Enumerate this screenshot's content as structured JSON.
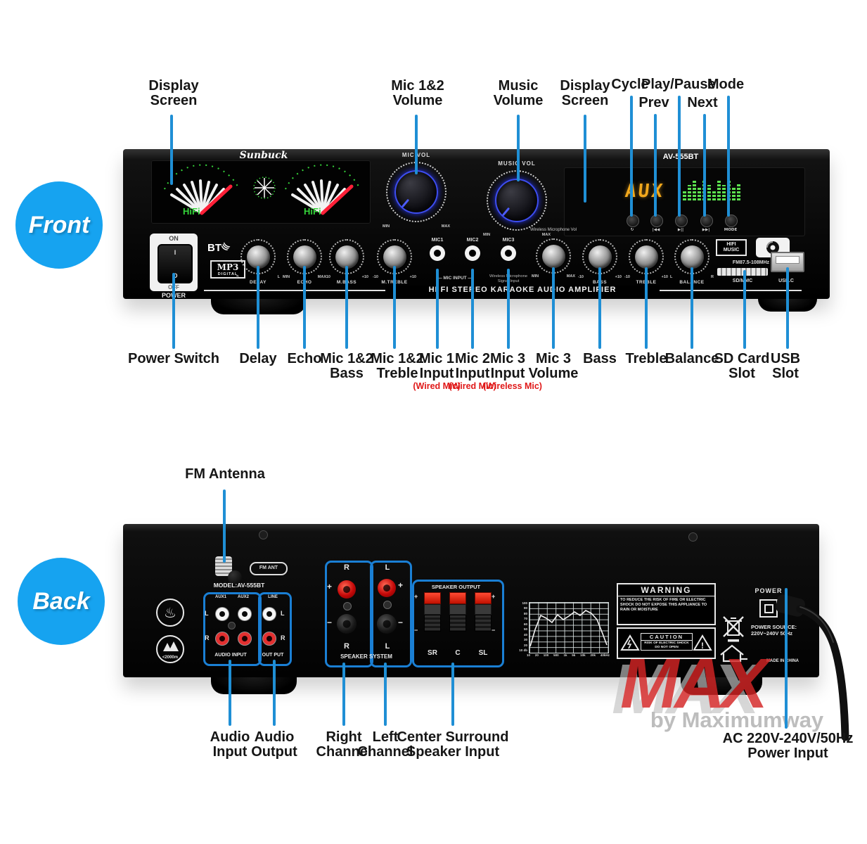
{
  "front": {
    "badge": "Front",
    "brand": "Sunbuck",
    "model": "AV-555BT",
    "vu": {
      "hifi": "HiFi",
      "source": "AUX"
    },
    "panel_title": "HI FI STEREO KARAOKE AUDIO AMPLIFIER",
    "power_switch": {
      "on": "ON",
      "off": "OFF",
      "i": "I",
      "o": "O",
      "label": "POWER"
    },
    "bt_label": "BT",
    "mp3_badge": {
      "line1": "MP3",
      "line2": "DIGITAL"
    },
    "big_knobs": [
      {
        "label": "MIC VOL",
        "min": "MIN",
        "max": "MAX"
      },
      {
        "label": "MUSIC VOL",
        "min": "MIN",
        "max": "MAX"
      }
    ],
    "transport": {
      "buttons": [
        "↻",
        "|◀◀",
        "▶||",
        "▶▶|",
        "MODE"
      ]
    },
    "knobs": [
      {
        "name": "DELAY",
        "min": "S",
        "max": "L"
      },
      {
        "name": "ECHO",
        "min": "MIN",
        "max": "MAX"
      },
      {
        "name": "M.BASS",
        "min": "-10",
        "max": "+10"
      },
      {
        "name": "M.TREBLE",
        "min": "-10",
        "max": "+10"
      },
      {
        "name": "BASS",
        "min": "-10",
        "max": "+10"
      },
      {
        "name": "TREBLE",
        "min": "-10",
        "max": "+10"
      },
      {
        "name": "BALANCE",
        "min": "L",
        "max": "R"
      }
    ],
    "wireless_knob": {
      "label": "Wireless Microphone Vol",
      "min": "MIN",
      "max": "MAX"
    },
    "mic_jacks": [
      "MIC1",
      "MIC2",
      "MIC3"
    ],
    "mic_input_label": "— MIC INPUT —",
    "mic3_caption": "Wireless Microphone Signal Input",
    "badges": {
      "hifi1": "HIFI",
      "hifi2": "MUSIC",
      "fm": "FM87.5-108MHz",
      "sd": "SD/MMC",
      "usb": "USB.C"
    },
    "callouts_top": [
      {
        "t": "Display Screen"
      },
      {
        "t": "Mic 1&2 Volume"
      },
      {
        "t": "Music Volume"
      },
      {
        "t": "Display Screen"
      },
      {
        "t": "Cycle"
      },
      {
        "t": "Prev"
      },
      {
        "t": "Play/Pause"
      },
      {
        "t": "Next"
      },
      {
        "t": "Mode"
      }
    ],
    "callouts_bottom": [
      {
        "t": "Power Switch"
      },
      {
        "t": "Delay"
      },
      {
        "t": "Echo"
      },
      {
        "t": "Mic 1&2 Bass"
      },
      {
        "t": "Mic 1&2 Treble"
      },
      {
        "t": "Mic 1 Input",
        "sub": "(Wired Mic)"
      },
      {
        "t": "Mic 2 Input",
        "sub": "(Wired Mic)"
      },
      {
        "t": "Mic 3 Input",
        "sub": "(Wireless Mic)"
      },
      {
        "t": "Mic 3 Volume"
      },
      {
        "t": "Bass"
      },
      {
        "t": "Treble"
      },
      {
        "t": "Balance"
      },
      {
        "t": "SD Card Slot"
      },
      {
        "t": "USB Slot"
      }
    ]
  },
  "back": {
    "badge": "Back",
    "callout_top": {
      "t": "FM Antenna"
    },
    "model": "MODEL:AV-555BT",
    "fm_ant": "FM ANT",
    "altitude": "<2000m",
    "io": {
      "aux1": "AUX1",
      "aux2": "AUX2",
      "line": "LINE",
      "l": "L",
      "r": "R",
      "audio_input": "AUDIO INPUT",
      "output": "OUT PUT"
    },
    "speaker": {
      "r": "R",
      "l": "L",
      "plus": "+",
      "minus": "−",
      "system": "SPEAKER SYSTEM"
    },
    "speaker_output": {
      "title": "SPEAKER OUTPUT",
      "sr": "SR",
      "c": "C",
      "sl": "SL"
    },
    "graph": {
      "y_labels": [
        "100",
        "90",
        "80",
        "70",
        "60",
        "50",
        "40",
        "30",
        "20",
        "10 db"
      ],
      "x_labels": [
        "10",
        "20",
        "100",
        "500",
        "1k",
        "5k",
        "10k",
        "20k",
        "40kHz"
      ]
    },
    "warning": {
      "title": "WARNING",
      "body": "TO REDUCE THE RISK OF FIRE OR ELECTRIC SHOCK DO NOT EXPOSE THIS APPLIANCE TO RAIN OR MOISTURE"
    },
    "caution": {
      "title": "CAUTION",
      "body": "RISK OF ELECTRIC SHOCK DO NOT OPEN"
    },
    "power": {
      "label": "POWER",
      "source1": "POWER SOURCE:",
      "source2": "220V~240V 50Hz",
      "made": "MADE IN CHINA"
    },
    "callouts_bottom": [
      {
        "t": "Audio Input"
      },
      {
        "t": "Audio Output"
      },
      {
        "t": "Right Channel"
      },
      {
        "t": "Left Channel"
      },
      {
        "t": "Center Surround Speaker Input"
      },
      {
        "t": "AC 220V-240V/50Hz Power Input"
      }
    ]
  },
  "watermark": {
    "logo": "MAX",
    "byline": "by Maximumway"
  }
}
